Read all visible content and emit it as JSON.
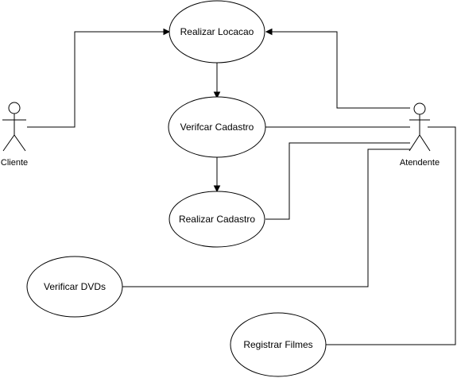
{
  "actors": {
    "cliente": {
      "label": "Cliente"
    },
    "atendente": {
      "label": "Atendente"
    }
  },
  "use_cases": {
    "realizar_locacao": {
      "label": "Realizar Locacao"
    },
    "verificar_cadastro": {
      "label": "Verifcar Cadastro"
    },
    "realizar_cadastro": {
      "label": "Realizar Cadastro"
    },
    "verificar_dvds": {
      "label": "Verificar DVDs"
    },
    "registrar_filmes": {
      "label": "Registrar Filmes"
    }
  },
  "colors": {
    "stroke": "#000000",
    "fill": "#ffffff"
  }
}
